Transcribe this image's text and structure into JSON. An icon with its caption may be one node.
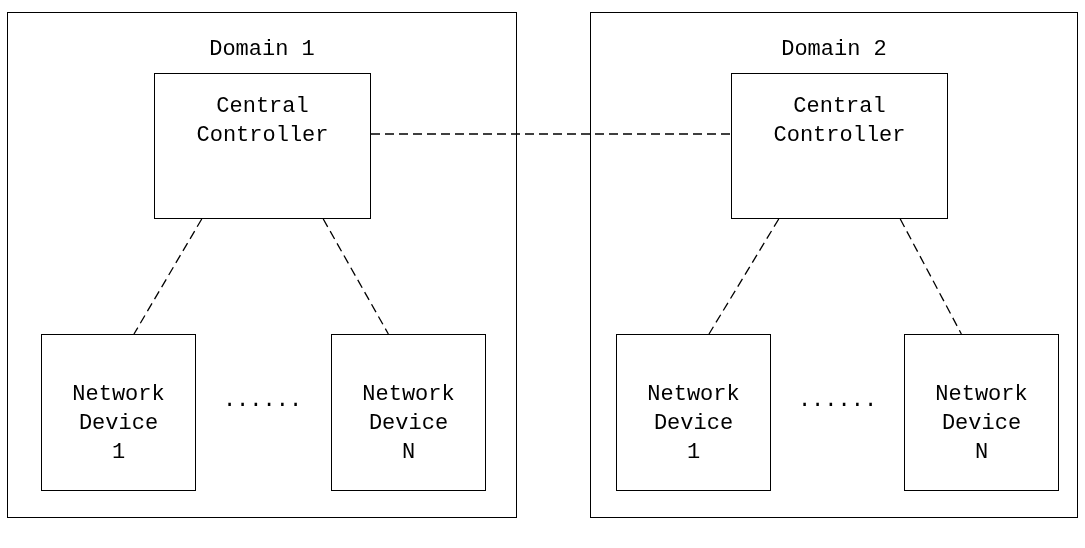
{
  "diagram": {
    "nodes": [
      {
        "text": [
          "Domain 1"
        ]
      },
      {
        "text": [
          "Central Controller"
        ],
        "in": 0
      },
      {
        "text": [
          "Network Device 1"
        ],
        "in": 0
      },
      {
        "text": [
          "Network Device N"
        ],
        "in": 0
      },
      {
        "text": [
          "Domain 2"
        ]
      },
      {
        "text": [
          "Central Controller"
        ],
        "in": 4
      },
      {
        "text": [
          "Network Device 1"
        ],
        "in": 4
      },
      {
        "text": [
          "Network Device N"
        ],
        "in": 4
      }
    ],
    "edges": [
      {
        "from": 1,
        "to": 5,
        "arrow": "none",
        "style": "dashed"
      },
      {
        "from": 1,
        "to": 2,
        "arrow": "none",
        "style": "dashed"
      },
      {
        "from": 1,
        "to": 3,
        "arrow": "none",
        "style": "dashed"
      },
      {
        "from": 5,
        "to": 6,
        "arrow": "none",
        "style": "dashed"
      },
      {
        "from": 5,
        "to": 7,
        "arrow": "none",
        "style": "dashed"
      }
    ],
    "labels": [
      "......",
      "......"
    ]
  }
}
